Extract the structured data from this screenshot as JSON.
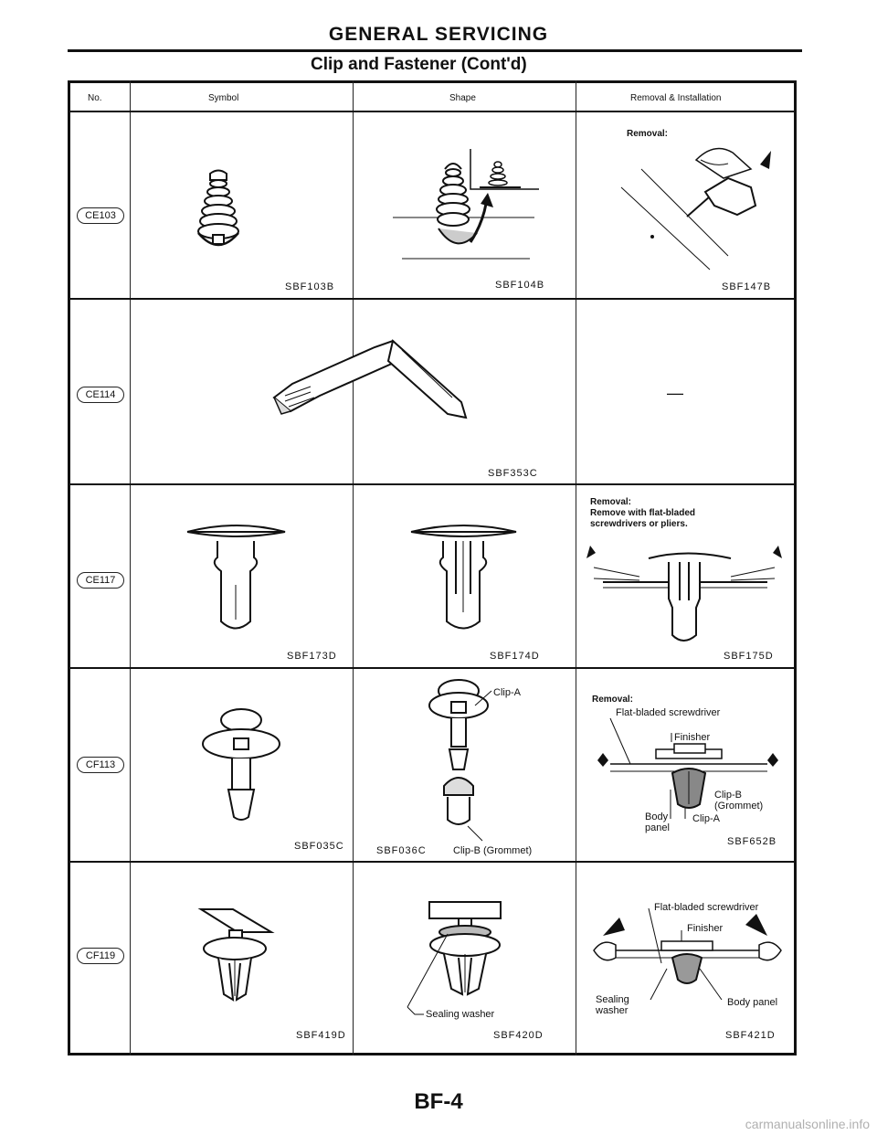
{
  "page": {
    "section_title": "GENERAL SERVICING",
    "subtitle": "Clip and Fastener (Cont'd)",
    "page_number": "BF-4",
    "watermark": "carmanualsonline.info"
  },
  "table": {
    "headers": [
      "No.",
      "Symbol",
      "Shape",
      "Removal & Installation"
    ],
    "rows": [
      {
        "no": "CE103",
        "symbol_code": "SBF103B",
        "shape_code": "SBF104B",
        "removal_heading": "Removal:",
        "removal_code": "SBF147B"
      },
      {
        "no": "CE114",
        "shape_code": "SBF353C",
        "removal_text": "—"
      },
      {
        "no": "CE117",
        "symbol_code": "SBF173D",
        "shape_code": "SBF174D",
        "removal_heading": "Removal:",
        "removal_note": "Remove with flat-bladed screwdrivers or pliers.",
        "removal_code": "SBF175D"
      },
      {
        "no": "CF113",
        "symbol_code": "SBF035C",
        "shape_code": "SBF036C",
        "shape_labels": {
          "clip_a": "Clip-A",
          "clip_b": "Clip-B (Grommet)"
        },
        "removal_heading": "Removal:",
        "removal_labels": {
          "screwdriver": "Flat-bladed screwdriver",
          "finisher": "Finisher",
          "clip_b": "Clip-B",
          "grommet": "(Grommet)",
          "clip_a": "Clip-A",
          "body": "Body",
          "panel": "panel"
        },
        "removal_code": "SBF652B"
      },
      {
        "no": "CF119",
        "symbol_code": "SBF419D",
        "shape_code": "SBF420D",
        "shape_labels": {
          "sealing_washer": "Sealing washer"
        },
        "removal_labels": {
          "screwdriver": "Flat-bladed screwdriver",
          "finisher": "Finisher",
          "sealing": "Sealing",
          "washer": "washer",
          "body_panel": "Body panel"
        },
        "removal_code": "SBF421D"
      }
    ]
  }
}
